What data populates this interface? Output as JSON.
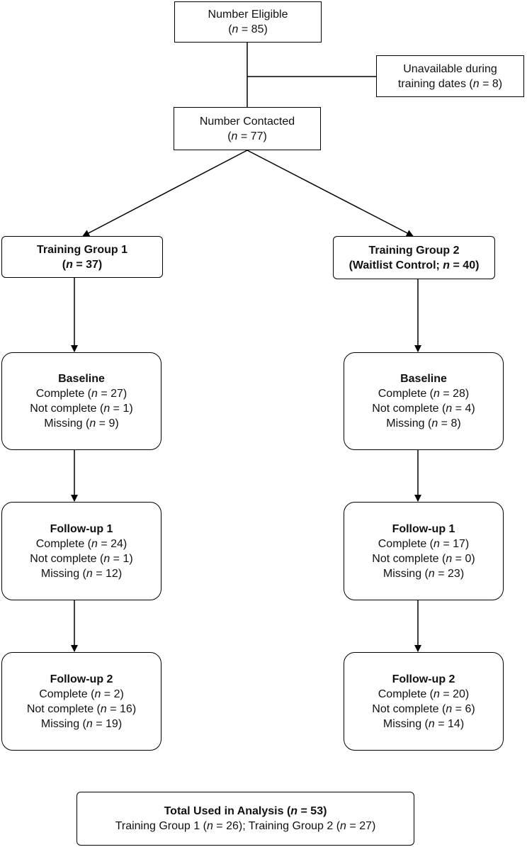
{
  "eligible": {
    "title": "Number Eligible",
    "n_label": "(n = 85)",
    "n": 85
  },
  "unavailable": {
    "line1": "Unavailable during",
    "line2": "training dates (n = 8)",
    "n": 8
  },
  "contacted": {
    "title": "Number Contacted",
    "n_label": "(n = 77)",
    "n": 77
  },
  "group1": {
    "title": "Training Group 1",
    "subtitle": "(n = 37)",
    "n": 37,
    "baseline": {
      "title": "Baseline",
      "complete": "Complete (n = 27)",
      "not_complete": "Not complete (n = 1)",
      "missing": "Missing (n = 9)"
    },
    "followup1": {
      "title": "Follow-up 1",
      "complete": "Complete (n = 24)",
      "not_complete": "Not complete (n = 1)",
      "missing": "Missing (n = 12)"
    },
    "followup2": {
      "title": "Follow-up 2",
      "complete": "Complete (n = 2)",
      "not_complete": "Not complete (n = 16)",
      "missing": "Missing (n = 19)"
    }
  },
  "group2": {
    "title": "Training Group 2",
    "subtitle": "(Waitlist Control; n = 40)",
    "n": 40,
    "baseline": {
      "title": "Baseline",
      "complete": "Complete (n = 28)",
      "not_complete": "Not complete (n = 4)",
      "missing": "Missing (n = 8)"
    },
    "followup1": {
      "title": "Follow-up 1",
      "complete": "Complete (n = 17)",
      "not_complete": "Not complete (n = 0)",
      "missing": "Missing (n = 23)"
    },
    "followup2": {
      "title": "Follow-up 2",
      "complete": "Complete (n = 20)",
      "not_complete": "Not complete (n = 6)",
      "missing": "Missing (n = 14)"
    }
  },
  "total": {
    "title": "Total Used in Analysis (n = 53)",
    "detail": "Training Group 1 (n = 26); Training Group 2 (n = 27)"
  }
}
